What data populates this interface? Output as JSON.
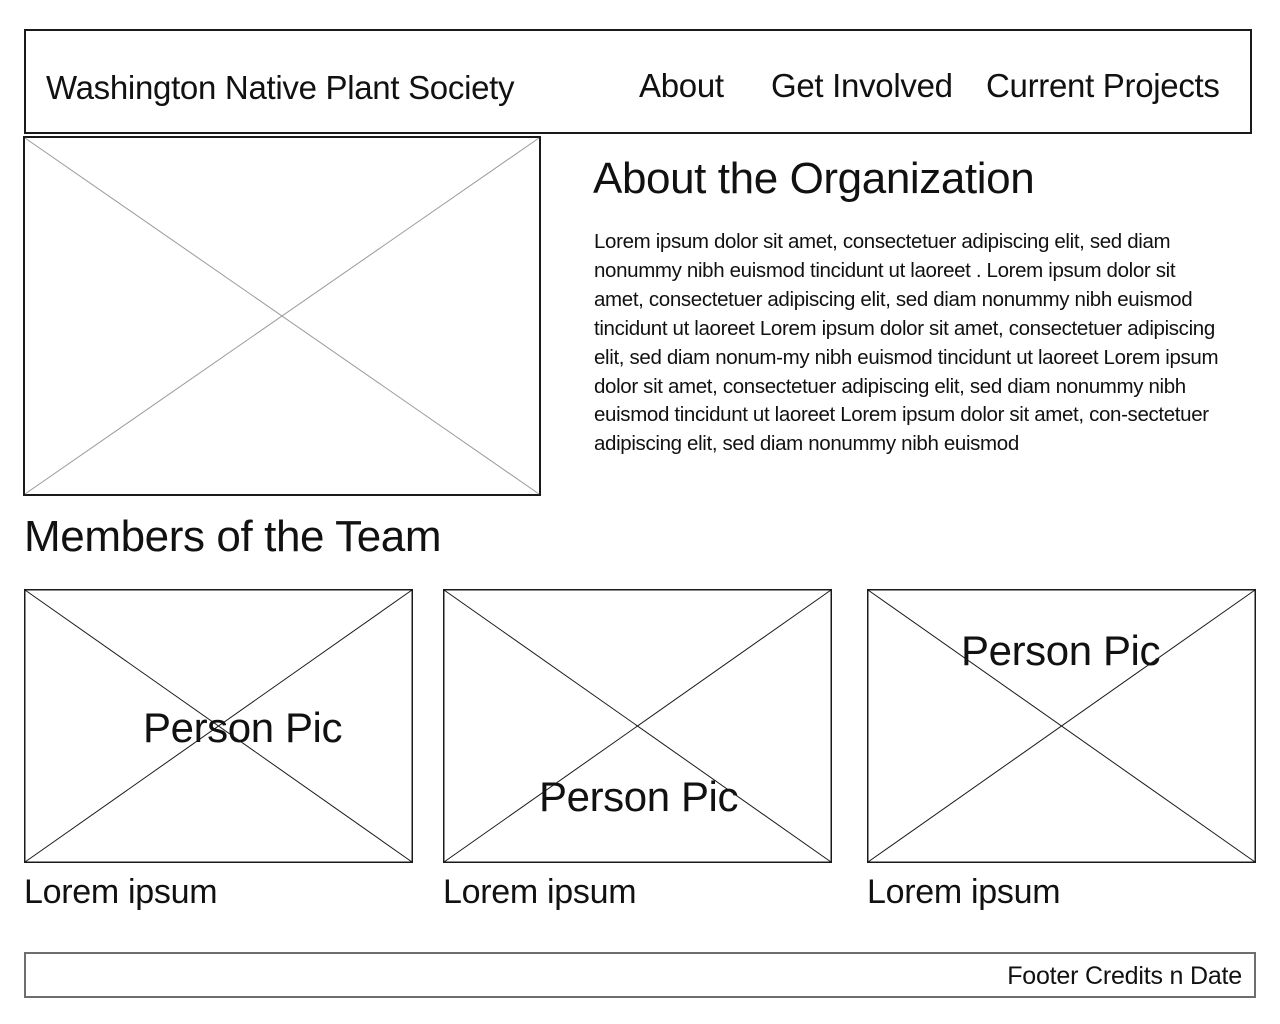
{
  "header": {
    "site_title": "Washington Native Plant Society",
    "nav": {
      "about": "About",
      "get_involved": "Get Involved",
      "current_projects": "Current Projects"
    }
  },
  "about": {
    "title": "About the Organization",
    "body": "Lorem ipsum dolor sit amet, consectetuer adipiscing elit, sed diam nonummy nibh euismod tincidunt ut laoreet . Lorem ipsum dolor sit amet, consectetuer adipiscing elit, sed diam nonummy nibh euismod tincidunt ut laoreet Lorem ipsum dolor sit amet, consectetuer adipiscing elit, sed diam nonum-my nibh euismod tincidunt ut laoreet Lorem ipsum dolor sit amet, consectetuer adipiscing elit, sed diam nonummy nibh euismod tincidunt ut laoreet Lorem ipsum dolor sit amet, con-sectetuer adipiscing elit, sed diam nonummy nibh euismod"
  },
  "team": {
    "title": "Members of the Team",
    "members": [
      {
        "pic_label": "Person Pic",
        "name": "Lorem ipsum"
      },
      {
        "pic_label": "Person Pic",
        "name": "Lorem ipsum"
      },
      {
        "pic_label": "Person Pic",
        "name": "Lorem ipsum"
      }
    ]
  },
  "footer": {
    "text": "Footer Credits n Date"
  }
}
